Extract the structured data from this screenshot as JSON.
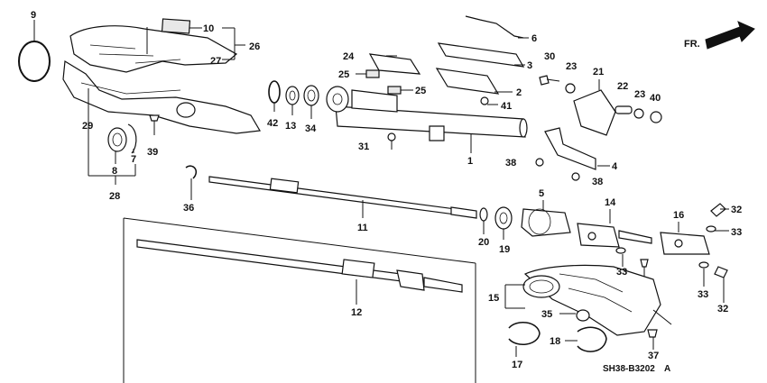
{
  "diagram": {
    "part_numbers": [
      "1",
      "2",
      "3",
      "4",
      "5",
      "6",
      "7",
      "8",
      "9",
      "10",
      "11",
      "12",
      "13",
      "14",
      "15",
      "16",
      "17",
      "18",
      "19",
      "20",
      "21",
      "22",
      "23",
      "24",
      "25",
      "26",
      "27",
      "28",
      "29",
      "30",
      "31",
      "32",
      "33",
      "34",
      "35",
      "36",
      "37",
      "38",
      "39",
      "40",
      "41",
      "42"
    ],
    "callouts": [
      {
        "id": "c9",
        "text": "9"
      },
      {
        "id": "c10",
        "text": "10"
      },
      {
        "id": "c26",
        "text": "26"
      },
      {
        "id": "c27",
        "text": "27"
      },
      {
        "id": "c29",
        "text": "29"
      },
      {
        "id": "c8",
        "text": "8"
      },
      {
        "id": "c7",
        "text": "7"
      },
      {
        "id": "c28",
        "text": "28"
      },
      {
        "id": "c39",
        "text": "39"
      },
      {
        "id": "c42",
        "text": "42"
      },
      {
        "id": "c13",
        "text": "13"
      },
      {
        "id": "c34",
        "text": "34"
      },
      {
        "id": "c24",
        "text": "24"
      },
      {
        "id": "c25a",
        "text": "25"
      },
      {
        "id": "c25b",
        "text": "25"
      },
      {
        "id": "c6",
        "text": "6"
      },
      {
        "id": "c3",
        "text": "3"
      },
      {
        "id": "c2",
        "text": "2"
      },
      {
        "id": "c41",
        "text": "41"
      },
      {
        "id": "c31",
        "text": "31"
      },
      {
        "id": "c1",
        "text": "1"
      },
      {
        "id": "c30",
        "text": "30"
      },
      {
        "id": "c23a",
        "text": "23"
      },
      {
        "id": "c21",
        "text": "21"
      },
      {
        "id": "c22",
        "text": "22"
      },
      {
        "id": "c23b",
        "text": "23"
      },
      {
        "id": "c40",
        "text": "40"
      },
      {
        "id": "c38a",
        "text": "38"
      },
      {
        "id": "c4",
        "text": "4"
      },
      {
        "id": "c38b",
        "text": "38"
      },
      {
        "id": "c36",
        "text": "36"
      },
      {
        "id": "c11",
        "text": "11"
      },
      {
        "id": "c5",
        "text": "5"
      },
      {
        "id": "c20",
        "text": "20"
      },
      {
        "id": "c19",
        "text": "19"
      },
      {
        "id": "c14",
        "text": "14"
      },
      {
        "id": "c16",
        "text": "16"
      },
      {
        "id": "c32a",
        "text": "32"
      },
      {
        "id": "c33a",
        "text": "33"
      },
      {
        "id": "c33b",
        "text": "33"
      },
      {
        "id": "c33c",
        "text": "33"
      },
      {
        "id": "c32b",
        "text": "32"
      },
      {
        "id": "c12",
        "text": "12"
      },
      {
        "id": "c15",
        "text": "15"
      },
      {
        "id": "c35",
        "text": "35"
      },
      {
        "id": "c17",
        "text": "17"
      },
      {
        "id": "c18",
        "text": "18"
      },
      {
        "id": "c37",
        "text": "37"
      }
    ],
    "direction_label": "FR.",
    "diagram_code": "SH38-B3202",
    "diagram_code_suffix": "A"
  }
}
